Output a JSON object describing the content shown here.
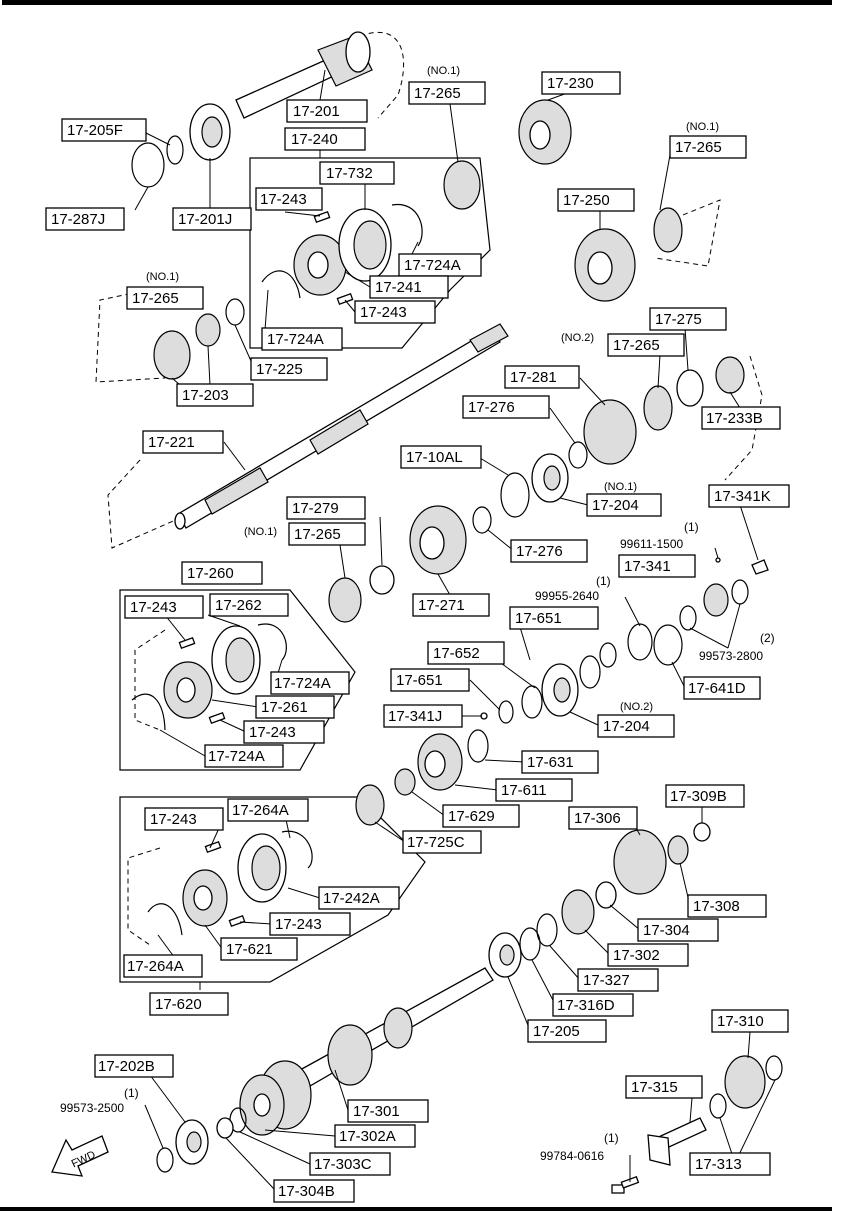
{
  "labels": {
    "p17_201": "17-201",
    "p17_240": "17-240",
    "p17_205F": "17-205F",
    "p17_287J": "17-287J",
    "p17_201J": "17-201J",
    "p17_732": "17-732",
    "p17_243a": "17-243",
    "p17_724Aa": "17-724A",
    "p17_241": "17-241",
    "p17_243b": "17-243",
    "p17_724Ab": "17-724A",
    "p17_265a": "17-265",
    "p17_230": "17-230",
    "p17_265b": "17-265",
    "p17_250": "17-250",
    "p17_265c": "17-265",
    "p17_203": "17-203",
    "p17_225": "17-225",
    "p17_275": "17-275",
    "p17_265d": "17-265",
    "p17_233B": "17-233B",
    "p17_281": "17-281",
    "p17_276a": "17-276",
    "p17_221": "17-221",
    "p17_10AL": "17-10AL",
    "p17_204a": "17-204",
    "p17_341K": "17-341K",
    "p17_279": "17-279",
    "p17_265e": "17-265",
    "p17_276b": "17-276",
    "p17_271": "17-271",
    "p17_341": "17-341",
    "p17_260": "17-260",
    "p17_243c": "17-243",
    "p17_262": "17-262",
    "p17_724Ac": "17-724A",
    "p17_261": "17-261",
    "p17_243d": "17-243",
    "p17_724Ad": "17-724A",
    "p17_651a": "17-651",
    "p17_652": "17-652",
    "p17_651b": "17-651",
    "p17_341J": "17-341J",
    "p17_641D": "17-641D",
    "p17_204b": "17-204",
    "p17_631": "17-631",
    "p17_611": "17-611",
    "p17_629": "17-629",
    "p17_725C": "17-725C",
    "p17_243e": "17-243",
    "p17_264Aa": "17-264A",
    "p17_242A": "17-242A",
    "p17_243f": "17-243",
    "p17_621": "17-621",
    "p17_264Ab": "17-264A",
    "p17_620": "17-620",
    "p17_306": "17-306",
    "p17_309B": "17-309B",
    "p17_308": "17-308",
    "p17_304": "17-304",
    "p17_302": "17-302",
    "p17_327": "17-327",
    "p17_316D": "17-316D",
    "p17_205": "17-205",
    "p17_310": "17-310",
    "p17_315": "17-315",
    "p17_313": "17-313",
    "p17_202B": "17-202B",
    "p17_301": "17-301",
    "p17_302A": "17-302A",
    "p17_303C": "17-303C",
    "p17_304B": "17-304B"
  },
  "notes": {
    "n_no1_a": "(NO.1)",
    "n_no1_b": "(NO.1)",
    "n_no1_c": "(NO.1)",
    "n_no2_a": "(NO.2)",
    "n_no1_d": "(NO.1)",
    "n_no1_e": "(NO.1)",
    "n_no2_b": "(NO.2)",
    "n_1a": "(1)",
    "n_99611": "99611-1500",
    "n_1b": "(1)",
    "n_99955": "99955-2640",
    "n_2": "(2)",
    "n_99573_2800": "99573-2800",
    "n_1c": "(1)",
    "n_99573_2500": "99573-2500",
    "n_1d": "(1)",
    "n_99784": "99784-0616",
    "fwd": "FWD"
  }
}
